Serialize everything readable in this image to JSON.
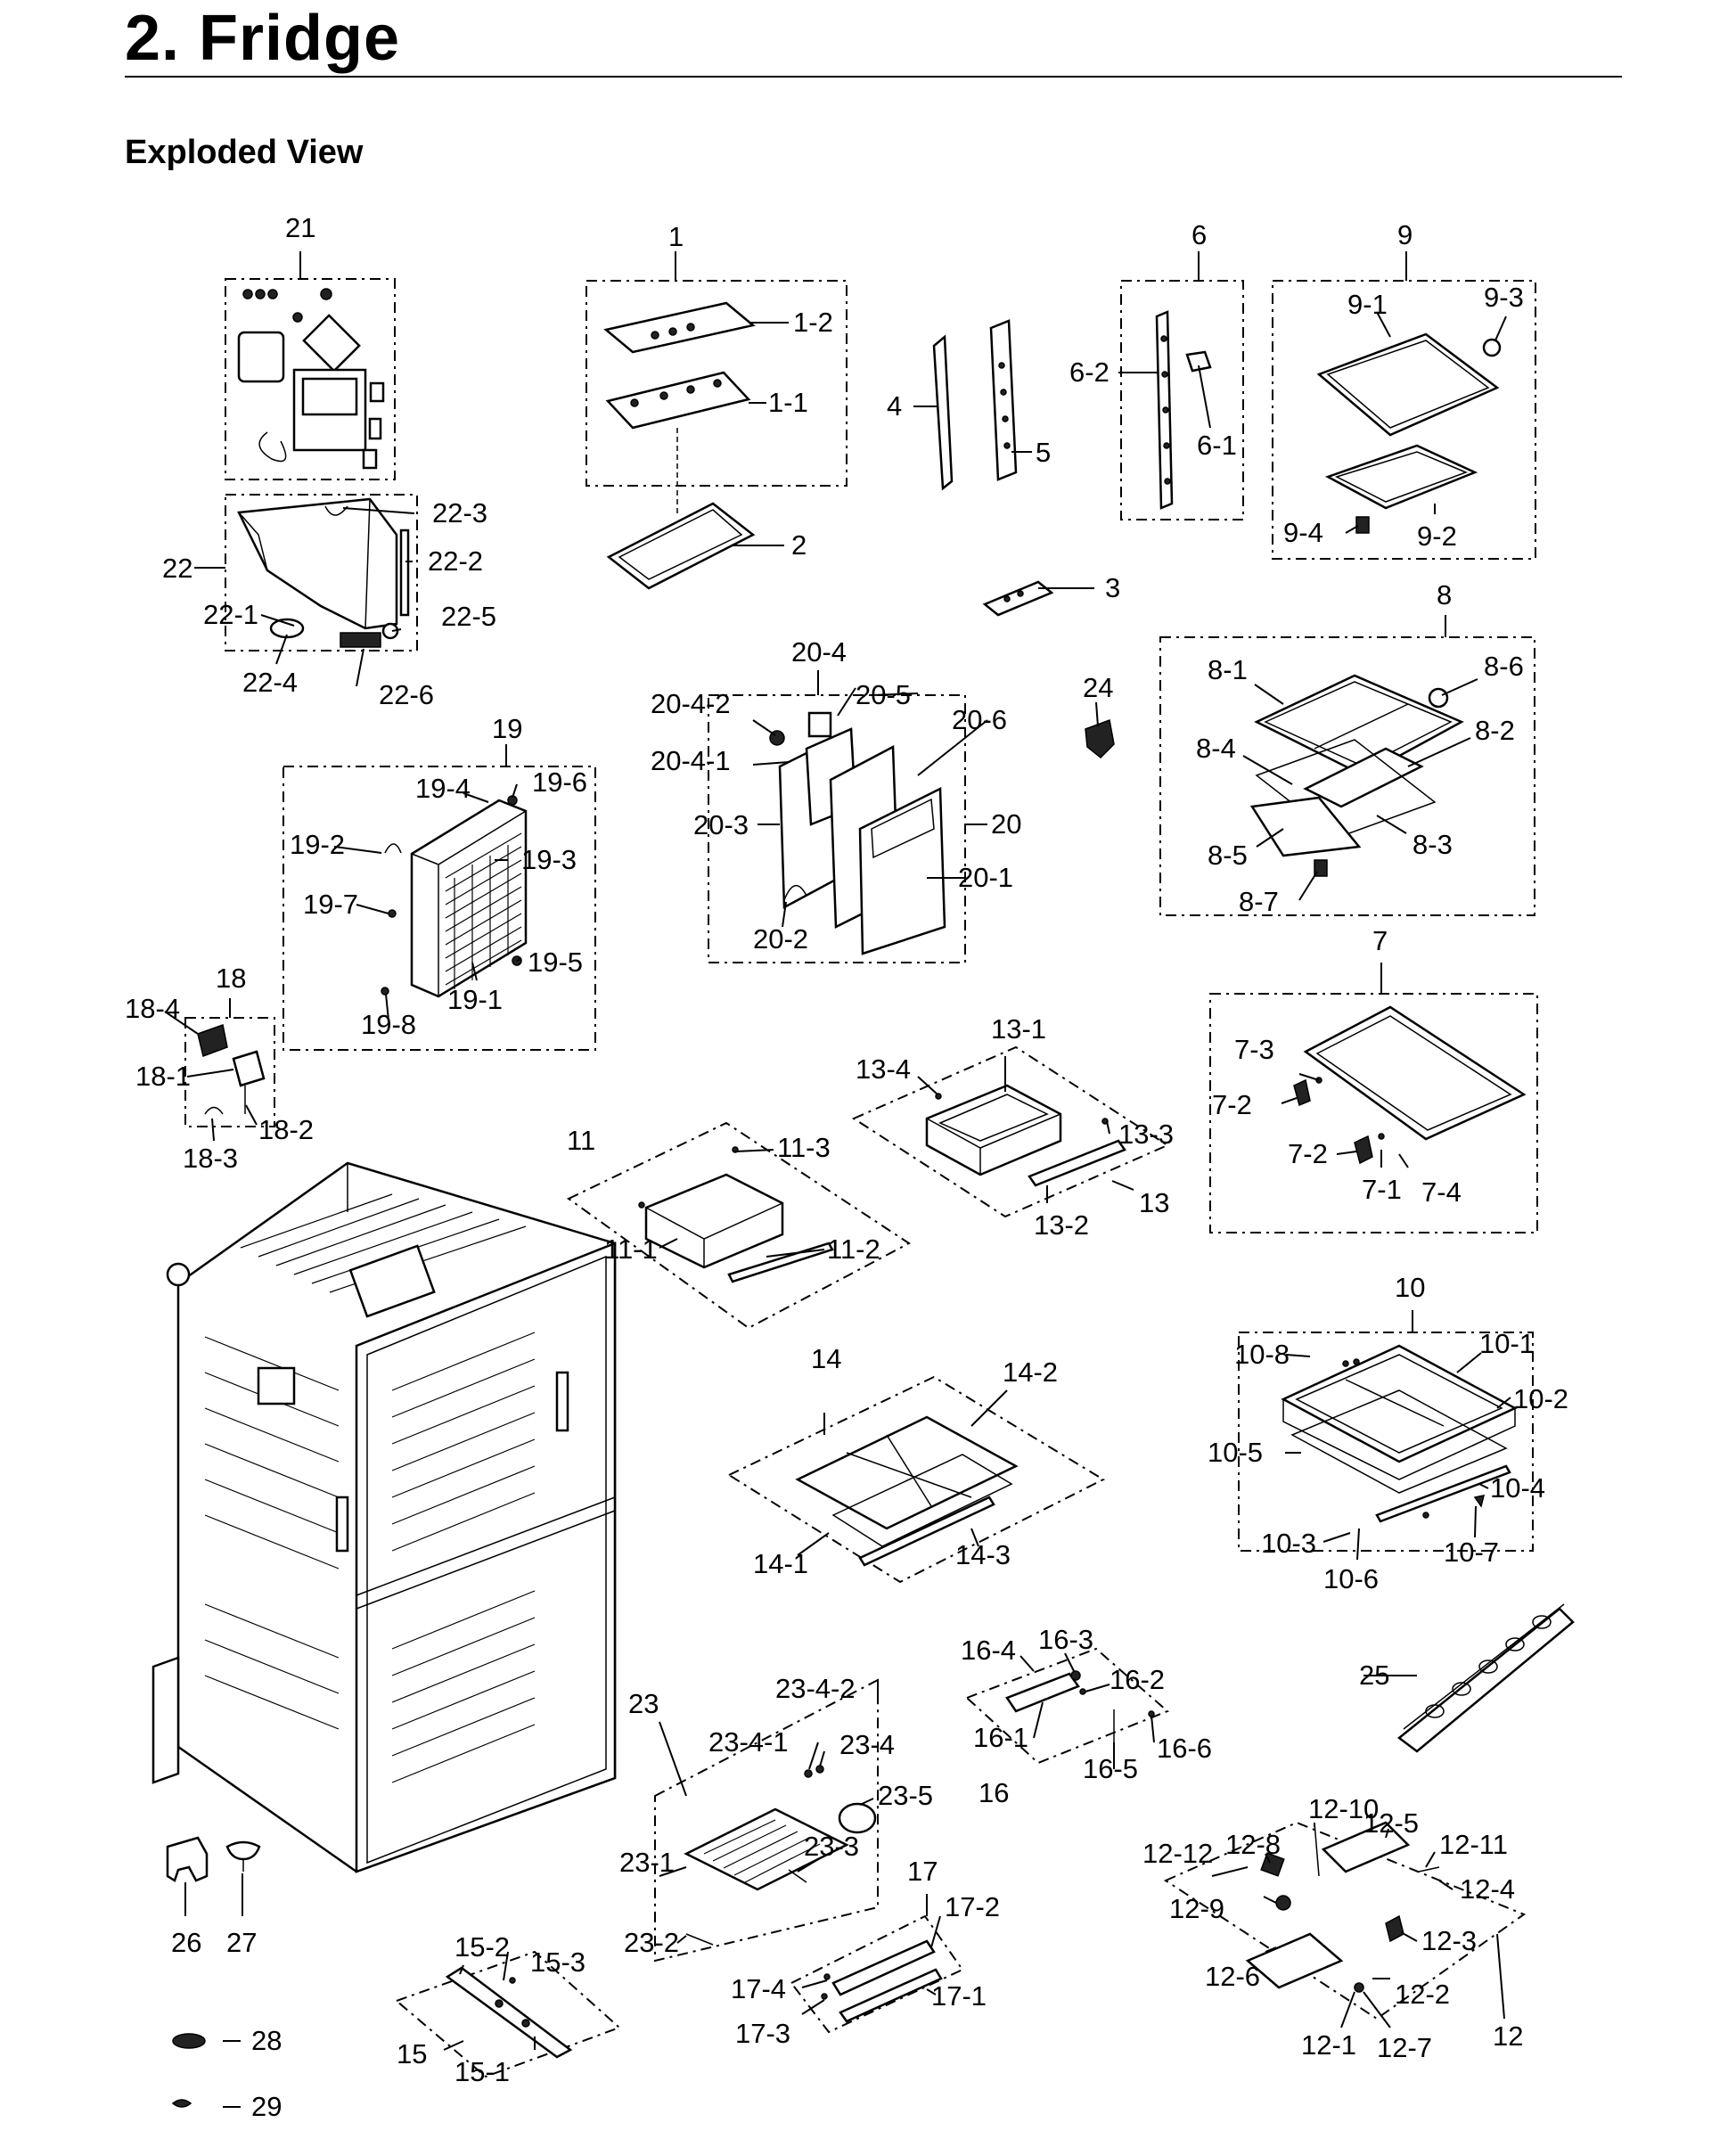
{
  "header": {
    "title": "2.  Fridge",
    "subtitle": "Exploded View"
  },
  "callouts": {
    "c1": "1",
    "c1_1": "1-1",
    "c1_2": "1-2",
    "c2": "2",
    "c3": "3",
    "c4": "4",
    "c5": "5",
    "c6": "6",
    "c6_1": "6-1",
    "c6_2": "6-2",
    "c7": "7",
    "c7_1": "7-1",
    "c7_2a": "7-2",
    "c7_2b": "7-2",
    "c7_3": "7-3",
    "c7_4": "7-4",
    "c8": "8",
    "c8_1": "8-1",
    "c8_2": "8-2",
    "c8_3": "8-3",
    "c8_4": "8-4",
    "c8_5": "8-5",
    "c8_6": "8-6",
    "c8_7": "8-7",
    "c9": "9",
    "c9_1": "9-1",
    "c9_2": "9-2",
    "c9_3": "9-3",
    "c9_4": "9-4",
    "c10": "10",
    "c10_1": "10-1",
    "c10_2": "10-2",
    "c10_3": "10-3",
    "c10_4": "10-4",
    "c10_5": "10-5",
    "c10_6": "10-6",
    "c10_7": "10-7",
    "c10_8": "10-8",
    "c11": "11",
    "c11_1": "11-1",
    "c11_2": "11-2",
    "c11_3": "11-3",
    "c12": "12",
    "c12_1": "12-1",
    "c12_2": "12-2",
    "c12_3": "12-3",
    "c12_4": "12-4",
    "c12_5": "12-5",
    "c12_6": "12-6",
    "c12_7": "12-7",
    "c12_8": "12-8",
    "c12_9": "12-9",
    "c12_10": "12-10",
    "c12_11": "12-11",
    "c12_12": "12-12",
    "c13": "13",
    "c13_1": "13-1",
    "c13_2": "13-2",
    "c13_3": "13-3",
    "c13_4": "13-4",
    "c14": "14",
    "c14_1": "14-1",
    "c14_2": "14-2",
    "c14_3": "14-3",
    "c15": "15",
    "c15_1": "15-1",
    "c15_2": "15-2",
    "c15_3": "15-3",
    "c16": "16",
    "c16_1": "16-1",
    "c16_2": "16-2",
    "c16_3": "16-3",
    "c16_4": "16-4",
    "c16_5": "16-5",
    "c16_6": "16-6",
    "c17": "17",
    "c17_1": "17-1",
    "c17_2": "17-2",
    "c17_3": "17-3",
    "c17_4": "17-4",
    "c18": "18",
    "c18_1": "18-1",
    "c18_2": "18-2",
    "c18_3": "18-3",
    "c18_4": "18-4",
    "c19": "19",
    "c19_1": "19-1",
    "c19_2": "19-2",
    "c19_3": "19-3",
    "c19_4": "19-4",
    "c19_5": "19-5",
    "c19_6": "19-6",
    "c19_7": "19-7",
    "c19_8": "19-8",
    "c20": "20",
    "c20_1": "20-1",
    "c20_2": "20-2",
    "c20_3": "20-3",
    "c20_4": "20-4",
    "c20_4_1": "20-4-1",
    "c20_4_2": "20-4-2",
    "c20_5": "20-5",
    "c20_6": "20-6",
    "c21": "21",
    "c22": "22",
    "c22_1": "22-1",
    "c22_2": "22-2",
    "c22_3": "22-3",
    "c22_4": "22-4",
    "c22_5": "22-5",
    "c22_6": "22-6",
    "c23": "23",
    "c23_1": "23-1",
    "c23_2": "23-2",
    "c23_3": "23-3",
    "c23_4": "23-4",
    "c23_4_1": "23-4-1",
    "c23_4_2": "23-4-2",
    "c23_5": "23-5",
    "c24": "24",
    "c25": "25",
    "c26": "26",
    "c27": "27",
    "c28": "28",
    "c29": "29"
  }
}
